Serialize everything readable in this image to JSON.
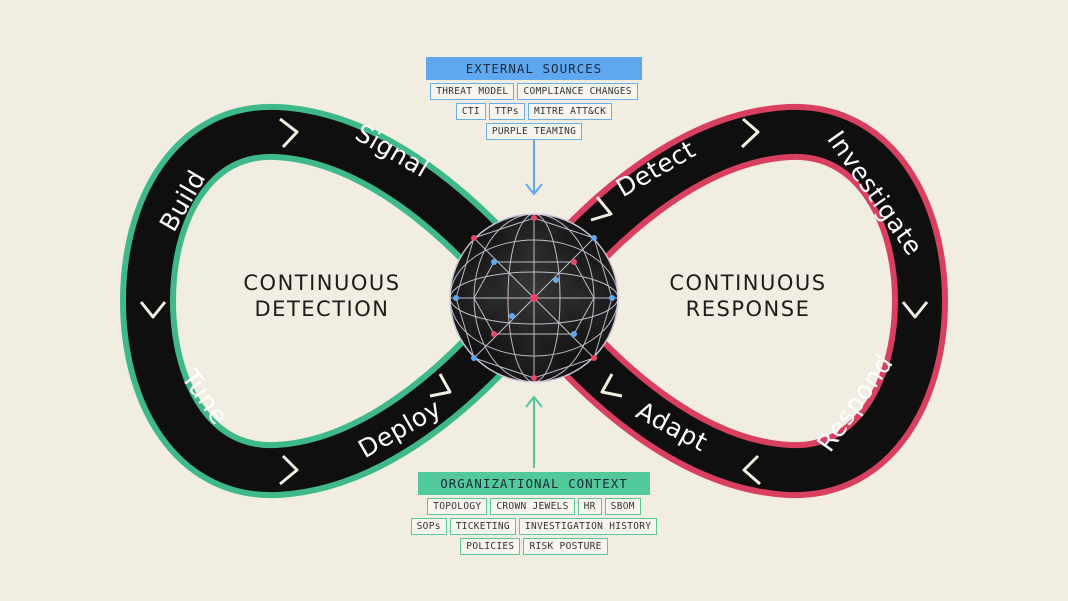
{
  "left_loop": {
    "title_line1": "CONTINUOUS",
    "title_line2": "DETECTION",
    "color": "#3fb98a",
    "stages": [
      "Signal",
      "Build",
      "Tune",
      "Deploy"
    ]
  },
  "right_loop": {
    "title_line1": "CONTINUOUS",
    "title_line2": "RESPONSE",
    "color": "#d9405f",
    "stages": [
      "Detect",
      "Investigate",
      "Respond",
      "Adapt"
    ]
  },
  "external_sources": {
    "header": "EXTERNAL SOURCES",
    "color": "#5fa8f0",
    "rows": [
      [
        "THREAT MODEL",
        "COMPLIANCE CHANGES"
      ],
      [
        "CTI",
        "TTPs",
        "MITRE ATT&CK"
      ],
      [
        "PURPLE TEAMING"
      ]
    ]
  },
  "organizational_context": {
    "header": "ORGANIZATIONAL CONTEXT",
    "color": "#52c99a",
    "rows": [
      [
        "TOPOLOGY",
        "CROWN JEWELS",
        "HR",
        "SBOM"
      ],
      [
        "SOPs",
        "TICKETING",
        "INVESTIGATION HISTORY"
      ],
      [
        "POLICIES",
        "RISK POSTURE"
      ]
    ]
  },
  "center_icon": "globe-network-icon"
}
